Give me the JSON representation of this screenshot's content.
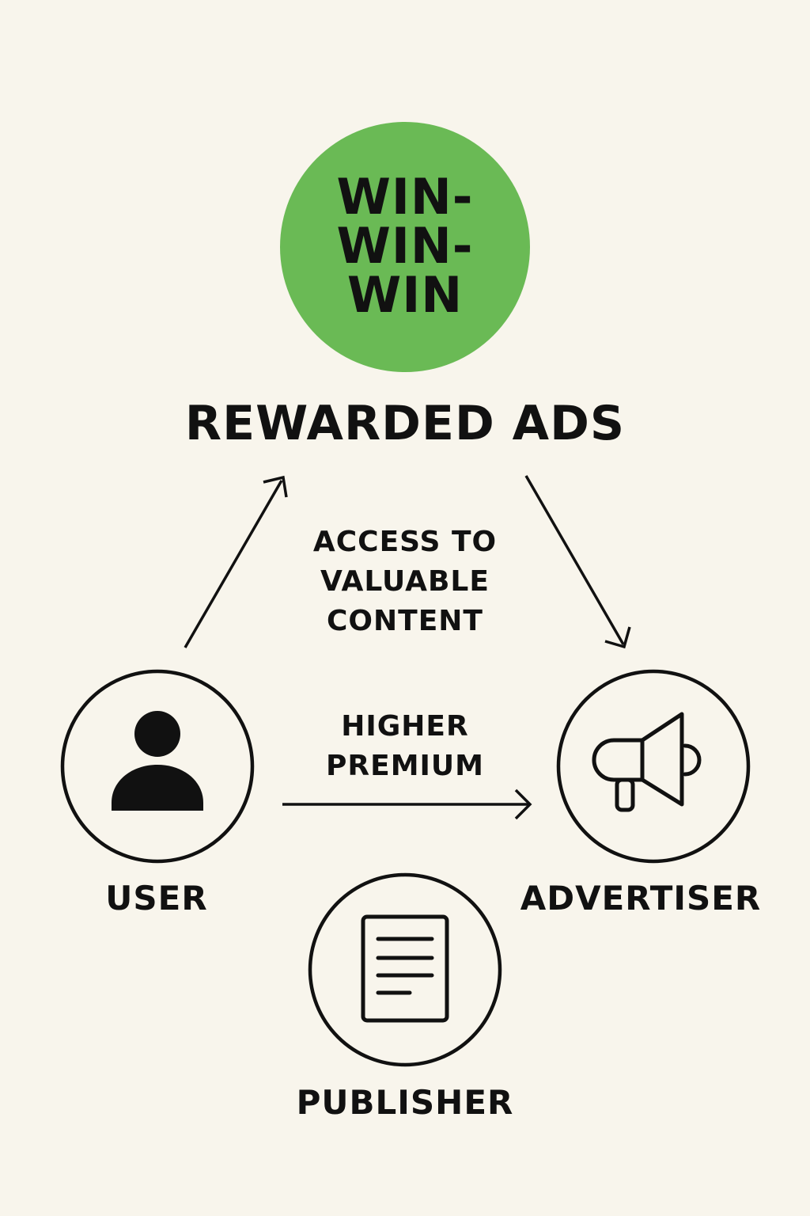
{
  "badge": {
    "lines": [
      "WIN-",
      "WIN-",
      "WIN"
    ],
    "color": "#6aba55"
  },
  "title": "REWARDED ADS",
  "flows": {
    "access": [
      "ACCESS TO",
      "VALUABLE",
      "CONTENT"
    ],
    "premium": [
      "HIGHER",
      "PREMIUM"
    ]
  },
  "nodes": {
    "user": {
      "label": "USER",
      "icon": "person-icon"
    },
    "advertiser": {
      "label": "ADVERTISER",
      "icon": "megaphone-icon"
    },
    "publisher": {
      "label": "PUBLISHER",
      "icon": "document-icon"
    }
  },
  "colors": {
    "background": "#f8f5ec",
    "ink": "#111111"
  }
}
